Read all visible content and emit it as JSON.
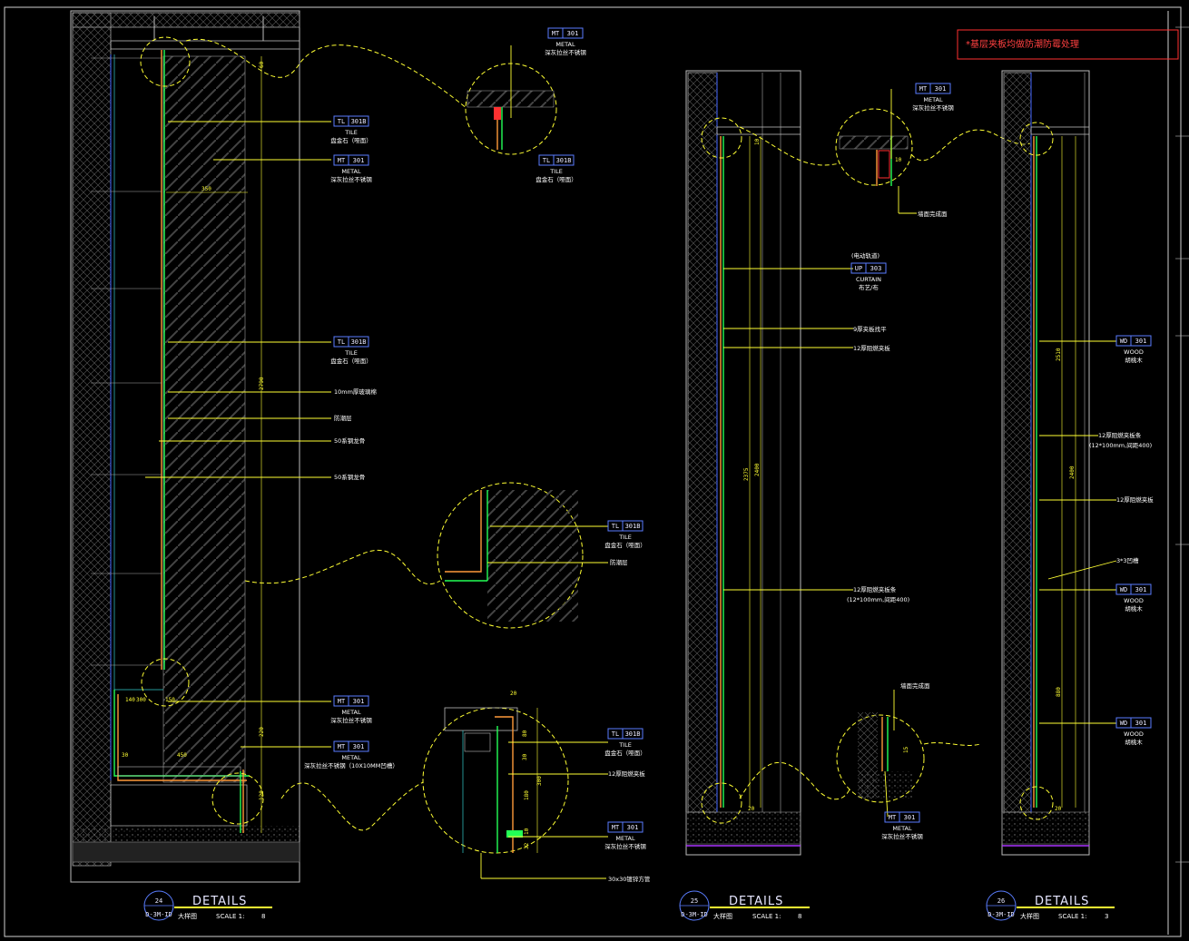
{
  "warning_note": "*基层夹板均做防潮防霉处理",
  "details": [
    {
      "id": "detail-24",
      "number": "24",
      "sheet_ref": "D-3M-ID",
      "title": "DETAILS",
      "subtitle": "大样图",
      "scale_label": "SCALE 1:",
      "scale_value": "8"
    },
    {
      "id": "detail-25",
      "number": "25",
      "sheet_ref": "D-3M-ID",
      "title": "DETAILS",
      "subtitle": "大样图",
      "scale_label": "SCALE 1:",
      "scale_value": "8"
    },
    {
      "id": "detail-26",
      "number": "26",
      "sheet_ref": "D-3M-ID",
      "title": "DETAILS",
      "subtitle": "大样图",
      "scale_label": "SCALE 1:",
      "scale_value": "3"
    }
  ],
  "tags": [
    {
      "code": "MT",
      "num": "301",
      "mat": "METAL",
      "note": "深灰拉丝不锈钢"
    },
    {
      "code": "TL",
      "num": "301B",
      "mat": "TILE",
      "note": "盘金石（哑面）"
    },
    {
      "code": "MT",
      "num": "301",
      "mat": "METAL",
      "note": "深灰拉丝不锈钢"
    },
    {
      "code": "TL",
      "num": "301B",
      "mat": "TILE",
      "note": "盘金石（哑面）"
    },
    {
      "code": "TL",
      "num": "301B",
      "mat": "TILE",
      "note": "盘金石（哑面）"
    },
    {
      "code": "TL",
      "num": "301B",
      "mat": "TILE",
      "note": "盘金石（哑面）"
    },
    {
      "code": "MT",
      "num": "301",
      "mat": "METAL",
      "note": "深灰拉丝不锈钢"
    },
    {
      "code": "MT",
      "num": "301",
      "mat": "METAL",
      "note": "深灰拉丝不锈钢（10X10MM凹槽）"
    },
    {
      "code": "TL",
      "num": "301B",
      "mat": "TILE",
      "note": "盘金石（哑面）"
    },
    {
      "code": "MT",
      "num": "301",
      "mat": "METAL",
      "note": "深灰拉丝不锈钢"
    },
    {
      "code": "MT",
      "num": "301",
      "mat": "METAL",
      "note": "深灰拉丝不锈钢"
    },
    {
      "code": "UP",
      "num": "303",
      "mat": "CURTAIN",
      "note": "布艺/布"
    },
    {
      "code": "WD",
      "num": "301",
      "mat": "WOOD",
      "note": "胡桃木"
    },
    {
      "code": "WD",
      "num": "301",
      "mat": "WOOD",
      "note": "胡桃木"
    },
    {
      "code": "WD",
      "num": "301",
      "mat": "WOOD",
      "note": "胡桃木"
    },
    {
      "code": "MT",
      "num": "301",
      "mat": "METAL",
      "note": "深灰拉丝不锈钢"
    }
  ],
  "notes": {
    "d24_1": "10mm厚玻璃棉",
    "d24_2": "防潮层",
    "d24_3": "50系钢龙骨",
    "d24_4": "50系钢龙骨",
    "d24_5": "防潮层",
    "d24_6": "12厚阻燃夹板",
    "d24_7": "30x30镀锌方管",
    "d25_1": "(电动轨道)",
    "d25_2": "9厚夹板找平",
    "d25_3": "12厚阻燃夹板",
    "d25_4": "12厚阻燃夹板条",
    "d25_5": "(12*100mm,间距400)",
    "d25_6": "墙面完成面",
    "d25_7": "墙面完成面",
    "d26_1": "12厚阻燃夹板条",
    "d26_2": "(12*100mm,间距400)",
    "d26_3": "12厚阻燃夹板",
    "d26_4": "3*3凹槽"
  },
  "dimensions": {
    "d24": [
      "60",
      "350",
      "2790",
      "220",
      "120",
      "140",
      "300",
      "450",
      "30",
      "150"
    ],
    "d24_bubble": [
      "20",
      "80",
      "30",
      "300",
      "180",
      "10",
      "32"
    ],
    "d25": [
      "10",
      "2375",
      "2400",
      "20"
    ],
    "d25_bubble": [
      "10",
      "15"
    ],
    "d26": [
      "2510",
      "2400",
      "880",
      "20"
    ]
  }
}
